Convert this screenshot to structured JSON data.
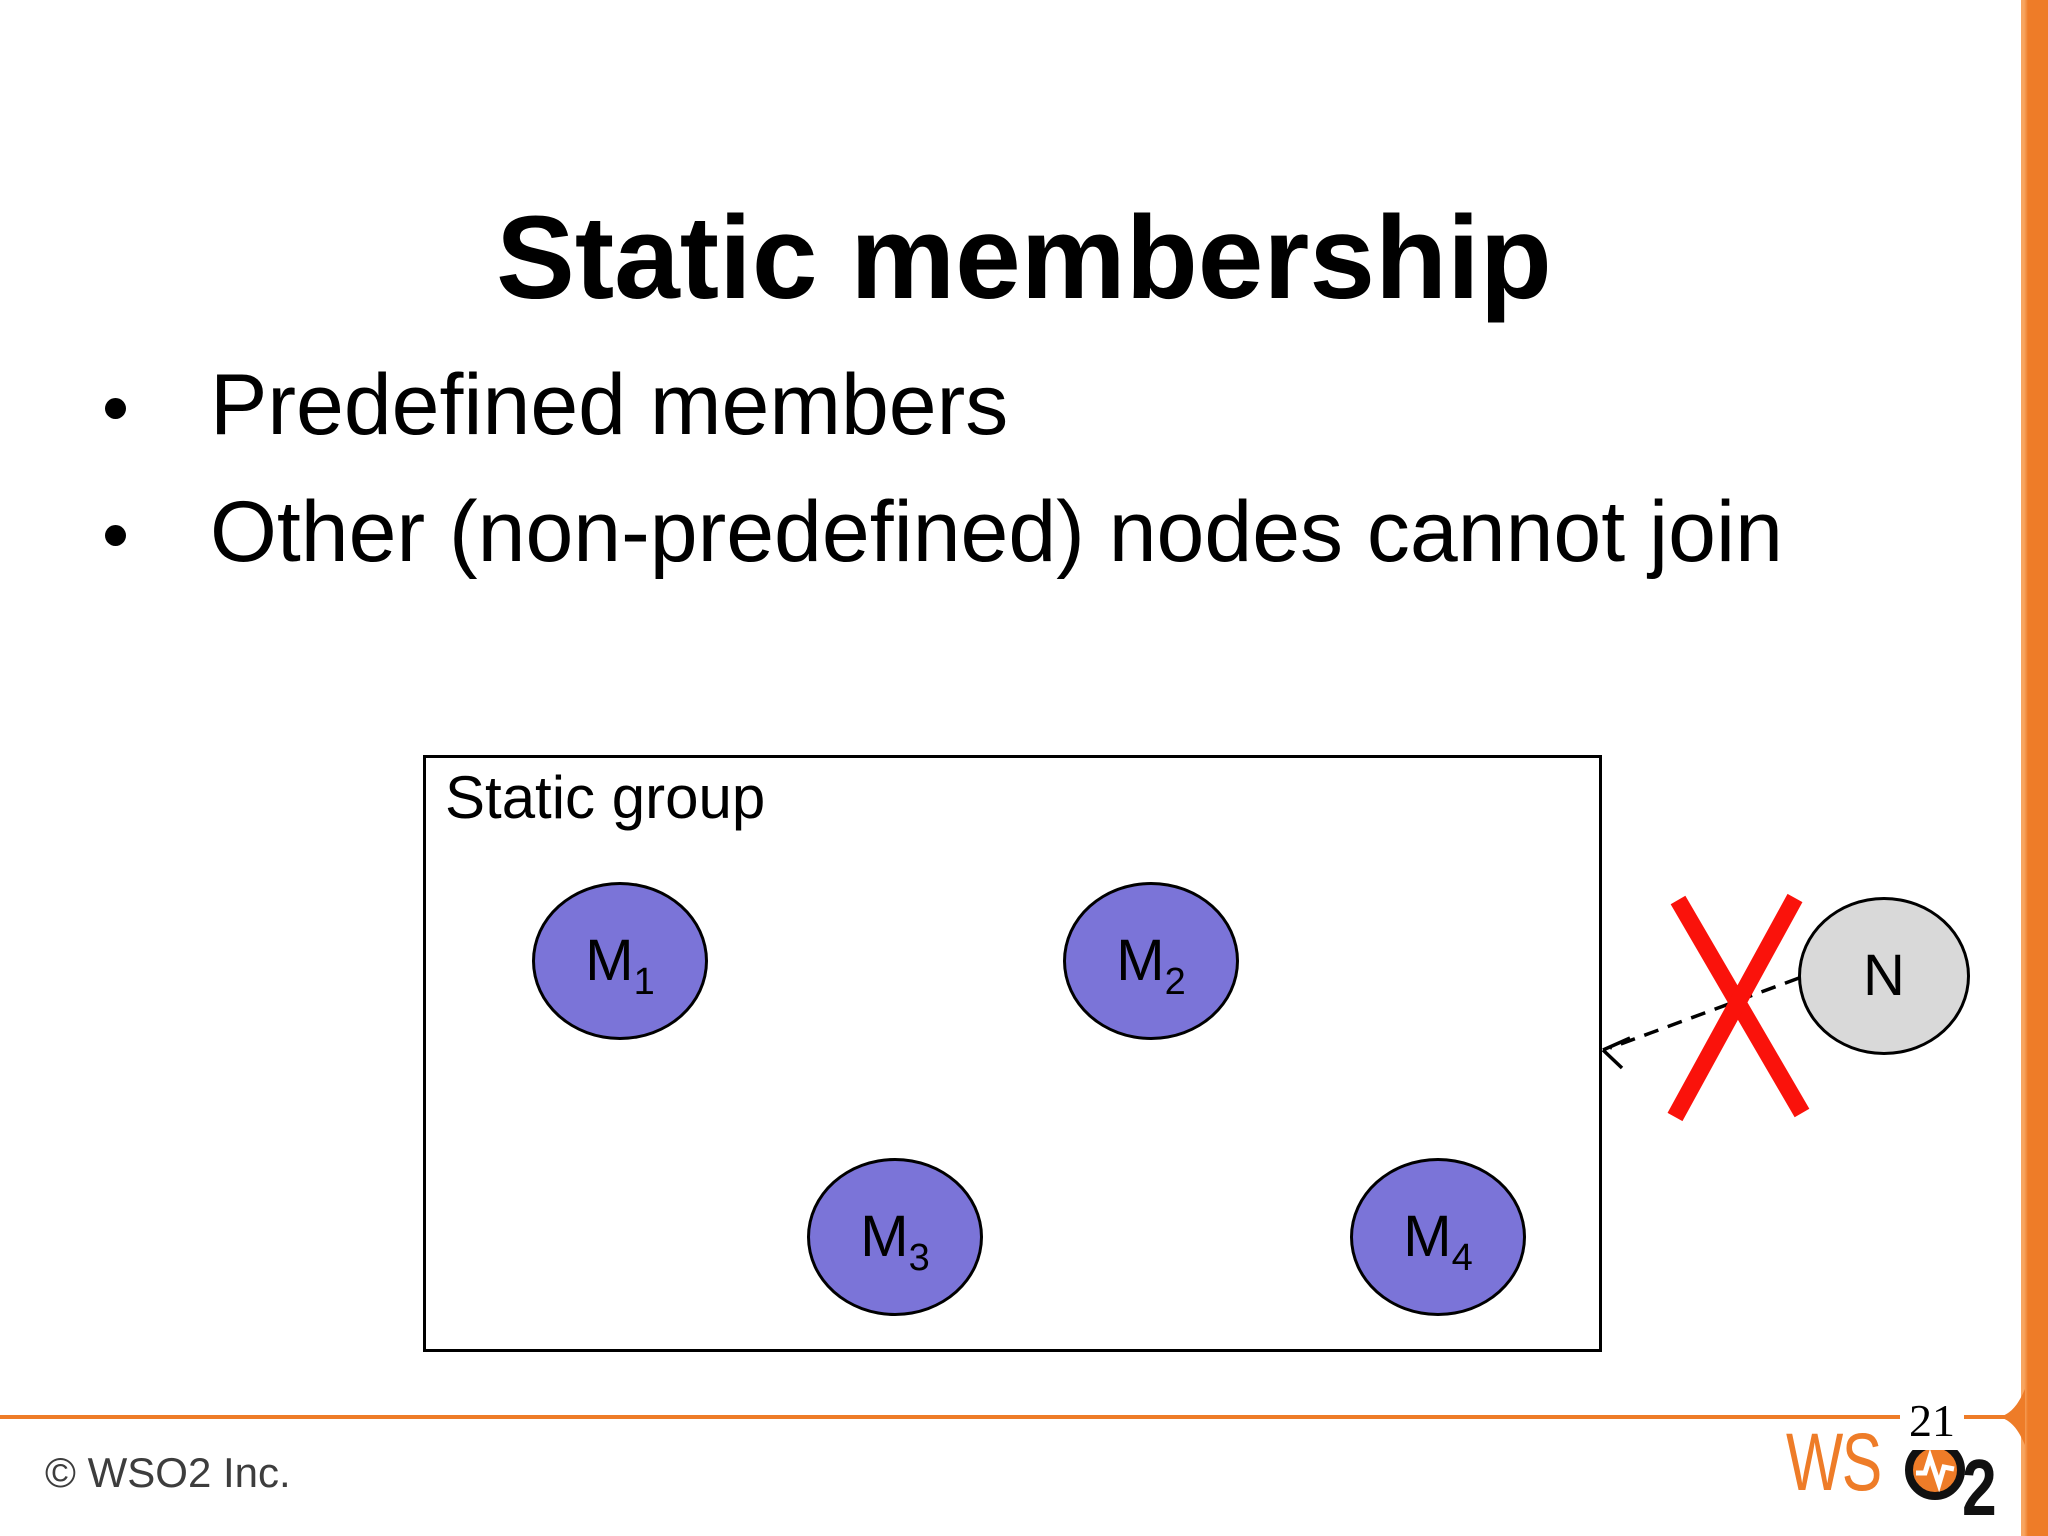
{
  "title": "Static membership",
  "bullets": [
    "Predefined members",
    "Other (non-predefined) nodes cannot join"
  ],
  "diagram": {
    "group_label": "Static group",
    "members": [
      {
        "label": "M",
        "sub": "1"
      },
      {
        "label": "M",
        "sub": "2"
      },
      {
        "label": "M",
        "sub": "3"
      },
      {
        "label": "M",
        "sub": "4"
      }
    ],
    "outside_node": {
      "label": "N"
    }
  },
  "footer": {
    "copyright": "© WSO2 Inc.",
    "page_number": "21",
    "logo": {
      "prefix": "WS",
      "suffix": "2"
    }
  },
  "colors": {
    "accent_orange": "#ee7c28",
    "accent_orange_light": "#f7a561",
    "member_fill": "#7b74d8",
    "outside_node_fill": "#d9d9d9",
    "cross_red": "#fa120b",
    "text": "#000000",
    "copyright_gray": "#3d3d3d"
  }
}
